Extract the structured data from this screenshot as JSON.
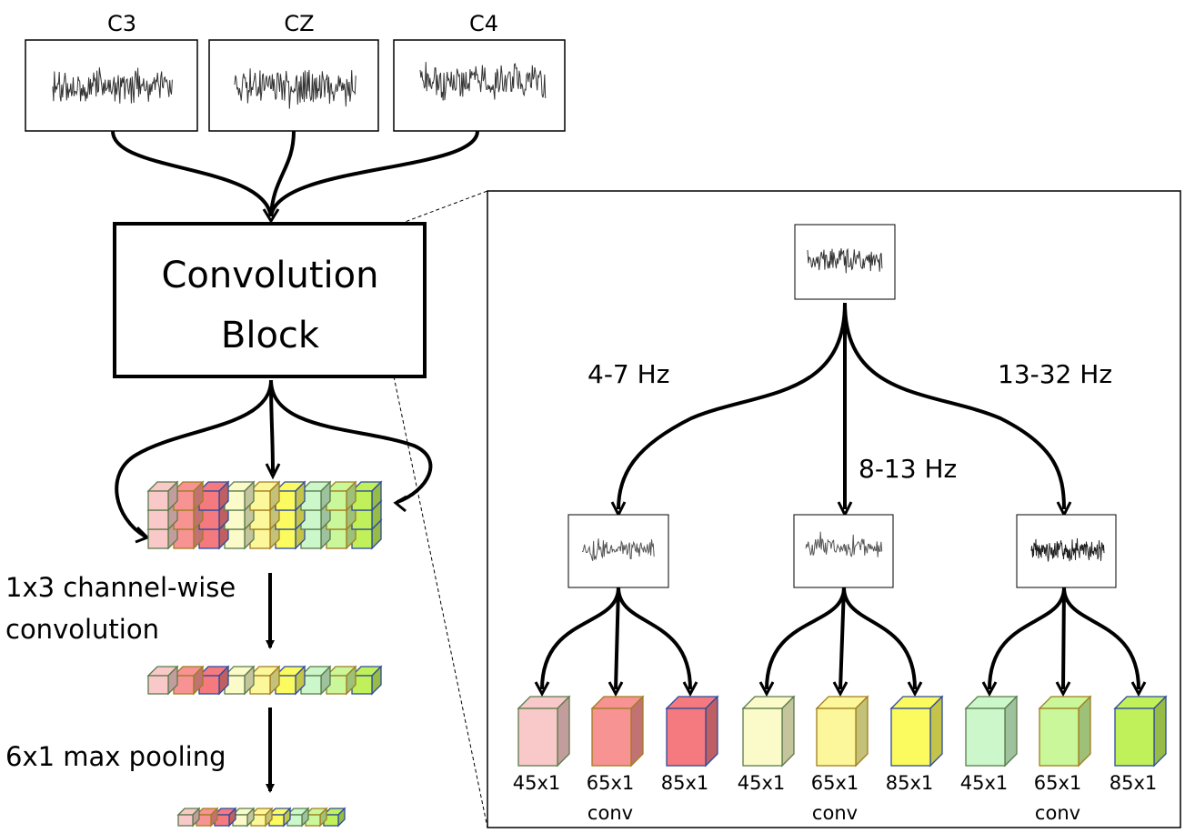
{
  "channels": [
    "C3",
    "CZ",
    "C4"
  ],
  "block_label_line1": "Convolution",
  "block_label_line2": "Block",
  "step1_line1": "1x3 channel-wise",
  "step1_line2": "convolution",
  "step2": "6x1 max pooling",
  "bands": [
    "4-7 Hz",
    "8-13 Hz",
    "13-32 Hz"
  ],
  "kernel_sizes": [
    "45x1",
    "65x1",
    "85x1"
  ],
  "group_label": "conv",
  "colors": {
    "band1": [
      "#f9c9c9",
      "#f79393",
      "#f47a80"
    ],
    "band2": [
      "#fbfbc9",
      "#fbf79a",
      "#fbfb5f"
    ],
    "band3": [
      "#cbf7cb",
      "#c9f79a",
      "#c0f05a"
    ],
    "edges": [
      "#5a7a4a",
      "#a07d1e",
      "#2e4a9a"
    ]
  }
}
